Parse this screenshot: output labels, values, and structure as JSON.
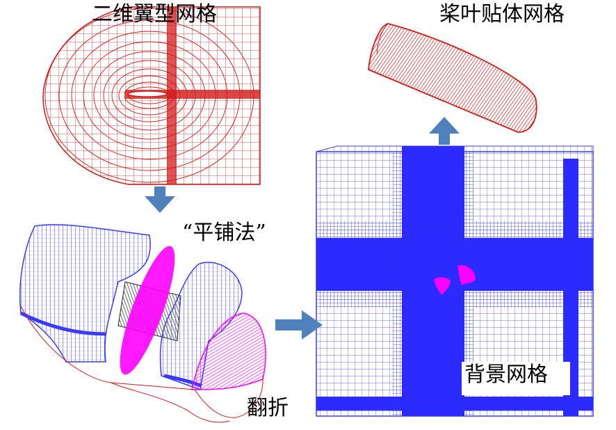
{
  "labels": {
    "airfoil_2d_mesh": "二维翼型网格",
    "blade_body_fitted_mesh": "桨叶贴体网格",
    "tiling_method": "“平铺法”",
    "folding": "翻折",
    "background_mesh": "背景网格"
  },
  "colors": {
    "mesh_red": "#d11a1a",
    "mesh_blue": "#2b2bff",
    "mesh_magenta": "#ff00ff",
    "arrow": "#4f81bd",
    "dark_gray": "#333333"
  },
  "icons": {
    "arrow_down": "arrow-down-icon",
    "arrow_up": "arrow-up-icon",
    "arrow_right": "arrow-right-icon"
  }
}
